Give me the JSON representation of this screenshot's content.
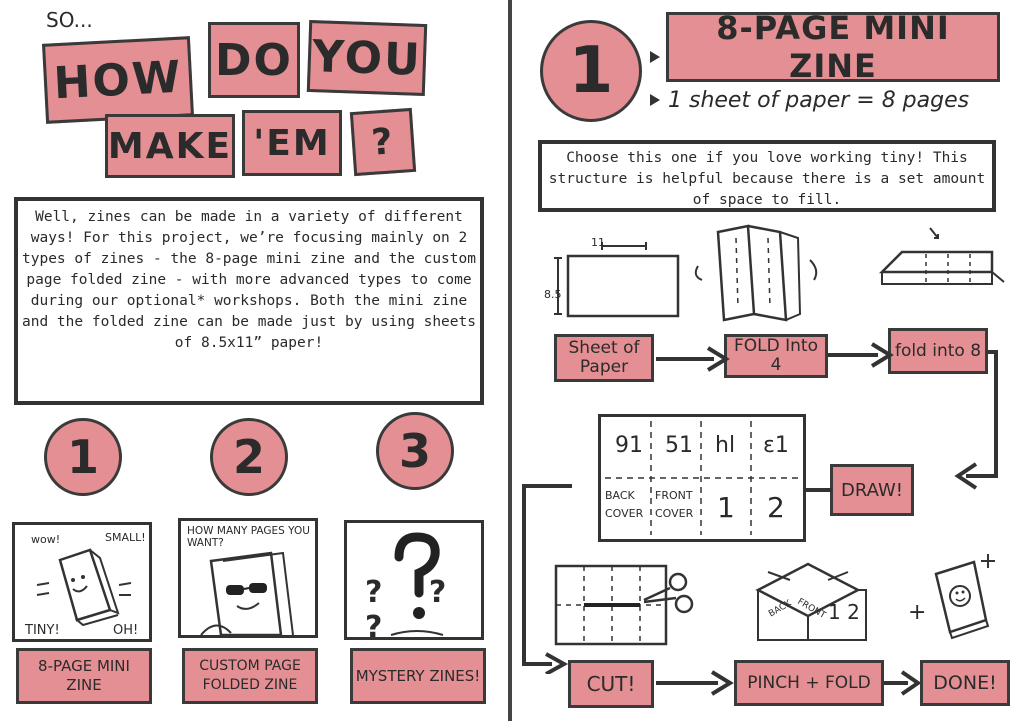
{
  "left": {
    "kicker": "SO...",
    "title_words": [
      "HOW",
      "DO",
      "YOU",
      "MAKE",
      "'EM",
      "?"
    ],
    "intro_text": "Well, zines can be made in a variety of different ways! For this project, we’re focusing mainly on 2 types of zines - the 8-page mini zine and the custom page folded zine - with more advanced types to come during our optional* workshops. Both the mini zine and the folded zine can be made just by using sheets of 8.5x11” paper!",
    "numbers": [
      "1",
      "2",
      "3"
    ],
    "panel1_texts": [
      "wow!",
      "SMALL!",
      "TINY!",
      "OH!"
    ],
    "panel2_text": "HOW MANY PAGES YOU WANT?",
    "panel3_text": "? ? ?",
    "types": [
      "8-PAGE MINI ZINE",
      "CUSTOM PAGE FOLDED ZINE",
      "MYSTERY ZINES!"
    ]
  },
  "right": {
    "number": "1",
    "header": "8-PAGE MINI ZINE",
    "subheader": "1 sheet of paper = 8 pages",
    "description": "Choose this one if you love working tiny! This structure is helpful because there is a set amount of space to fill.",
    "dimension_top": "11",
    "dimension_side": "8.5",
    "steps": [
      "Sheet of Paper",
      "FOLD Into 4",
      "fold into 8",
      "DRAW!",
      "CUT!",
      "PINCH + FOLD",
      "DONE!"
    ],
    "grid_top_row": [
      "91",
      "51",
      "hl",
      "ɛ1"
    ],
    "grid_back_cover": "BACK COVER",
    "grid_front_cover": "FRONT COVER",
    "grid_page_1": "1",
    "grid_page_2": "2",
    "pinch_back": "BACK",
    "pinch_front": "FRONT",
    "pinch_pages": "1 2",
    "plus": "+"
  }
}
